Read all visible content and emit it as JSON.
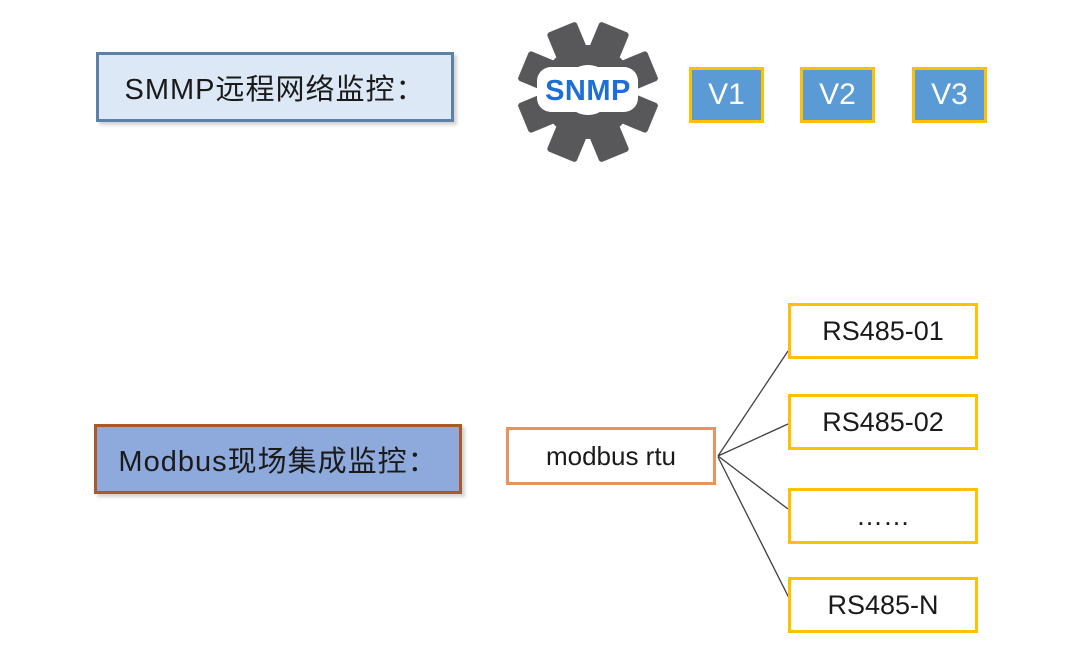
{
  "snmp_section": {
    "label": "SMMP远程网络监控：",
    "gear_text": "SNMP",
    "versions": [
      {
        "label": "V1"
      },
      {
        "label": "V2"
      },
      {
        "label": "V3"
      }
    ]
  },
  "modbus_section": {
    "label": "Modbus现场集成监控：",
    "hub_label": "modbus rtu",
    "devices": [
      {
        "label": "RS485-01"
      },
      {
        "label": "RS485-02"
      },
      {
        "label": "……"
      },
      {
        "label": "RS485-N"
      }
    ]
  },
  "colors": {
    "snmp_label_bg": "#dce8f5",
    "snmp_label_border": "#5d80a8",
    "modbus_label_bg": "#8ea9db",
    "modbus_label_border": "#a85a2a",
    "version_box_bg": "#5b9bd5",
    "version_box_border": "#ffc000",
    "device_box_border": "#ffc000",
    "hub_box_border": "#e8925c",
    "gear_color": "#58585a",
    "snmp_text_color": "#1d6ed6",
    "connector_color": "#3f3f3f"
  }
}
